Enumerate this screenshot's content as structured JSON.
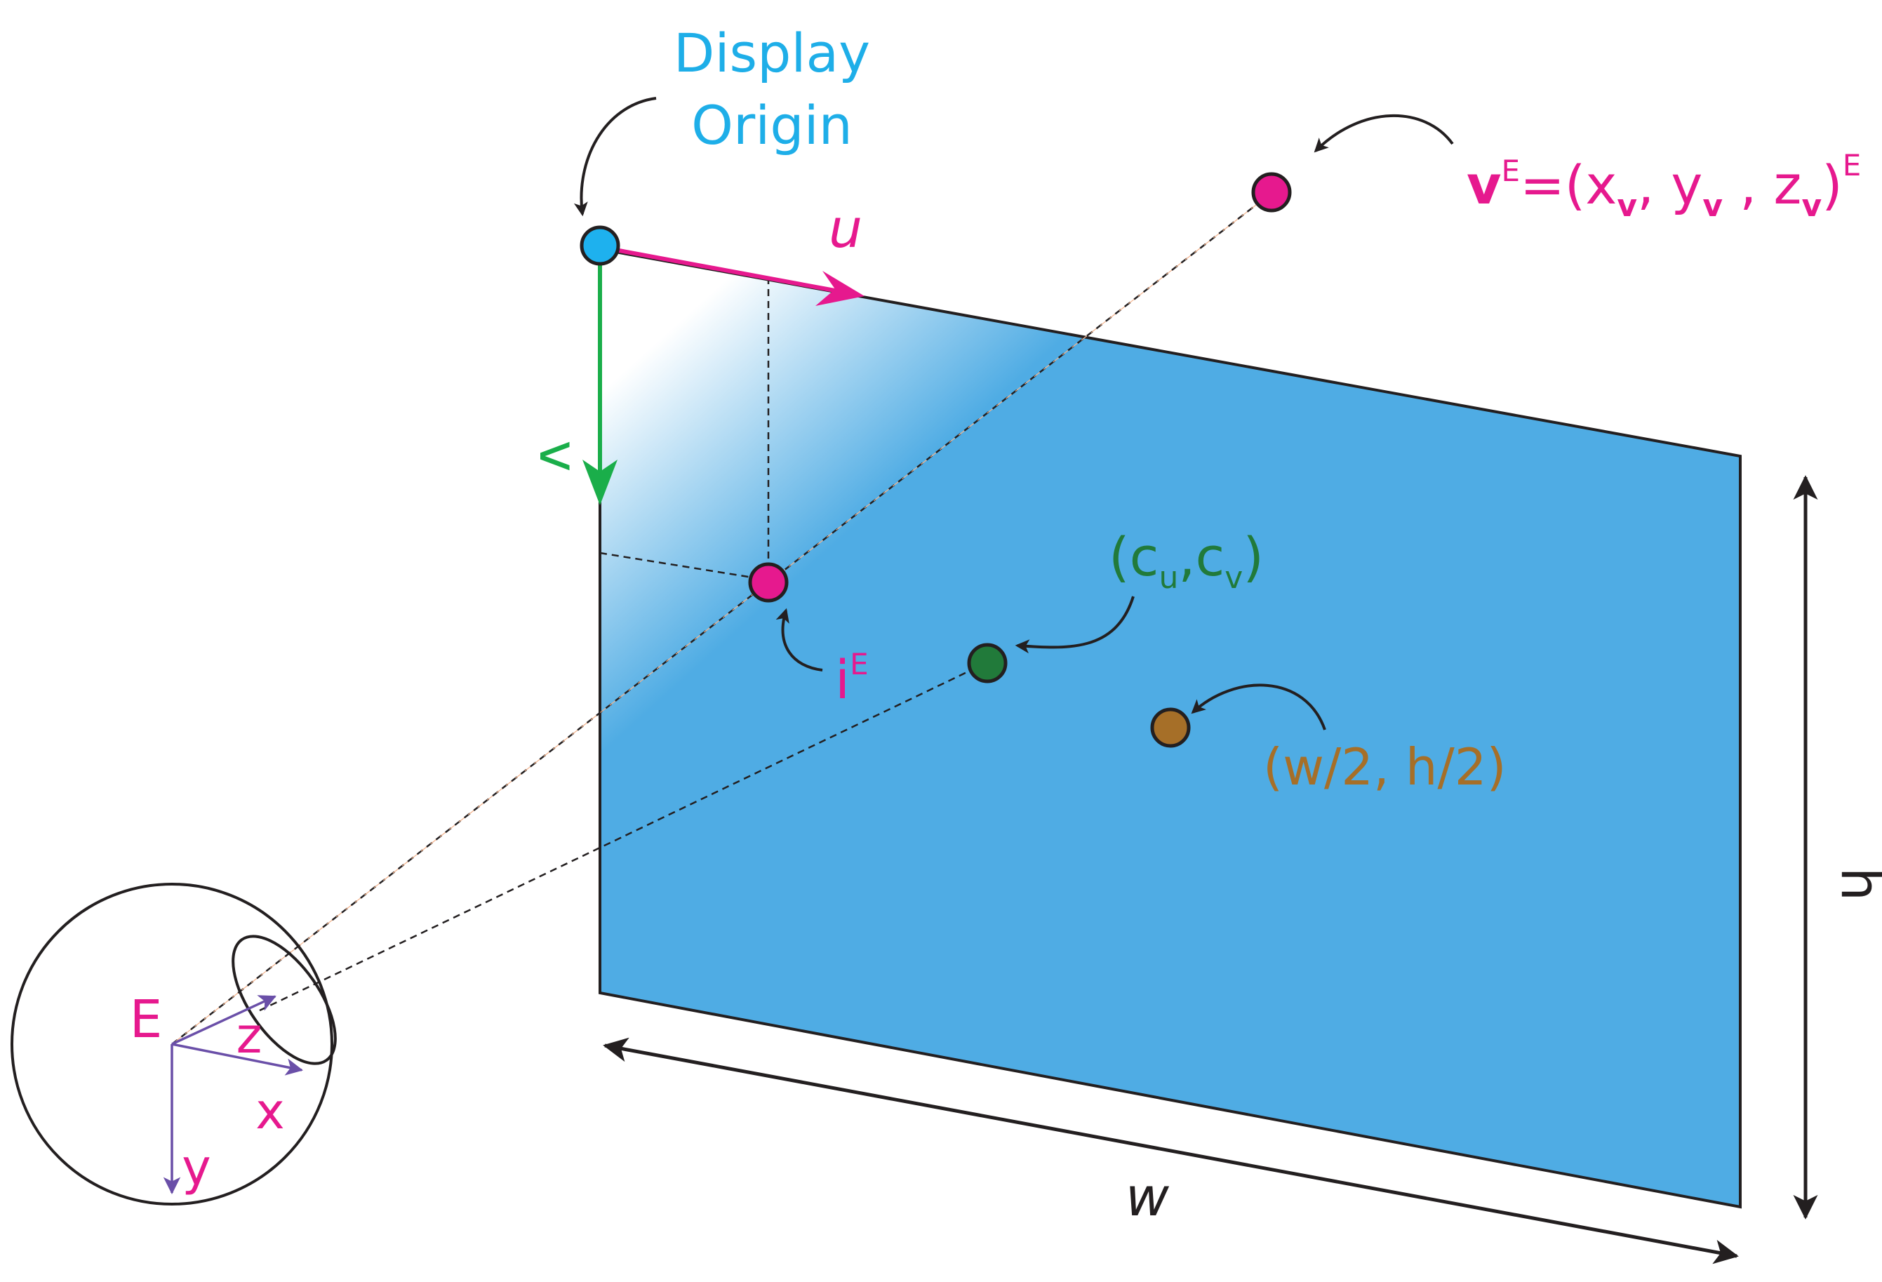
{
  "labels": {
    "display_origin_line1": "Display",
    "display_origin_line2": "Origin",
    "u_axis": "u",
    "v_axis": "v",
    "width": "w",
    "height": "h",
    "eye": "E",
    "eye_x": "x",
    "eye_y": "y",
    "eye_z": "z",
    "vE_base": "v",
    "vE_sup": "E",
    "vE_eq": "=(x",
    "vE_sub1": "v",
    "vE_comma1": ", y",
    "vE_sub2": "v",
    "vE_comma2": " , z",
    "vE_sub3": "v",
    "vE_close": ")",
    "vE_sup2": "E",
    "iE_base": "i",
    "iE_sup": "E",
    "c_open": "(c",
    "c_sub_u": "u",
    "c_comma": ",c",
    "c_sub_v": "v",
    "c_close": ")",
    "center": "(w/2, h/2)"
  },
  "colors": {
    "display_blue": "#4FACE4",
    "origin_cyan": "#1EB1EE",
    "magenta": "#E6198E",
    "green_axis": "#1AAE4A",
    "dark_green": "#217A3A",
    "center_brown": "#A66F28",
    "eye_axis_purple": "#6A4FA8",
    "label_cyan": "#1EAEE8",
    "label_green": "#217A3A",
    "label_brown": "#A66F28"
  }
}
